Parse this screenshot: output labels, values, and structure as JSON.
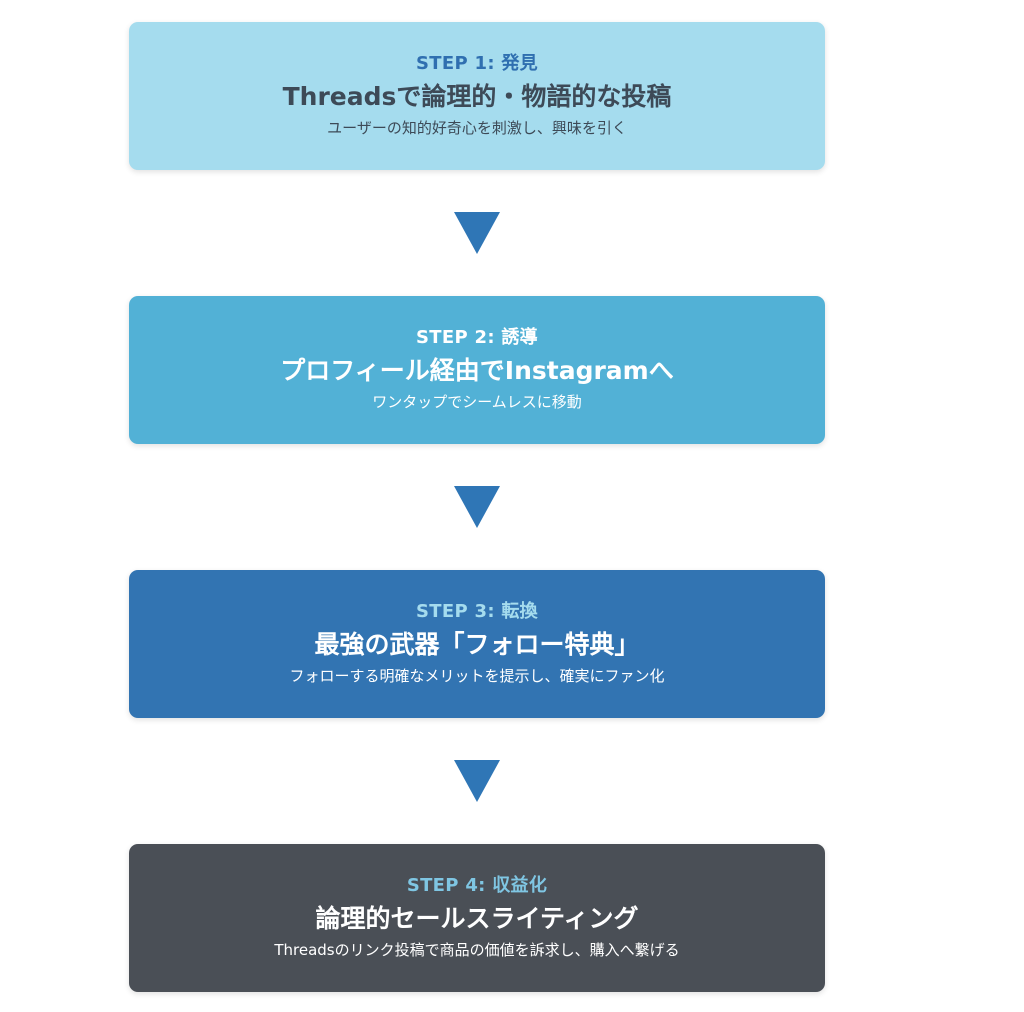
{
  "colors": {
    "arrow": "#2f76b6"
  },
  "steps": [
    {
      "label": "STEP 1: 発見",
      "title": "Threadsで論理的・物語的な投稿",
      "desc": "ユーザーの知的好奇心を刺激し、興味を引く",
      "bg": "#a5dcee",
      "label_color": "#2f6fb0",
      "title_color": "#3d4a57",
      "desc_color": "#3d4a57"
    },
    {
      "label": "STEP 2: 誘導",
      "title": "プロフィール経由でInstagramへ",
      "desc": "ワンタップでシームレスに移動",
      "bg": "#52b1d6",
      "label_color": "#ffffff",
      "title_color": "#ffffff",
      "desc_color": "#ffffff"
    },
    {
      "label": "STEP 3: 転換",
      "title": "最強の武器「フォロー特典」",
      "desc": "フォローする明確なメリットを提示し、確実にファン化",
      "bg": "#3274b2",
      "label_color": "#a5dcee",
      "title_color": "#ffffff",
      "desc_color": "#ffffff"
    },
    {
      "label": "STEP 4: 収益化",
      "title": "論理的セールスライティング",
      "desc": "Threadsのリンク投稿で商品の価値を訴求し、購入へ繋げる",
      "bg": "#4a4f56",
      "label_color": "#7fc6e3",
      "title_color": "#ffffff",
      "desc_color": "#ffffff"
    }
  ]
}
